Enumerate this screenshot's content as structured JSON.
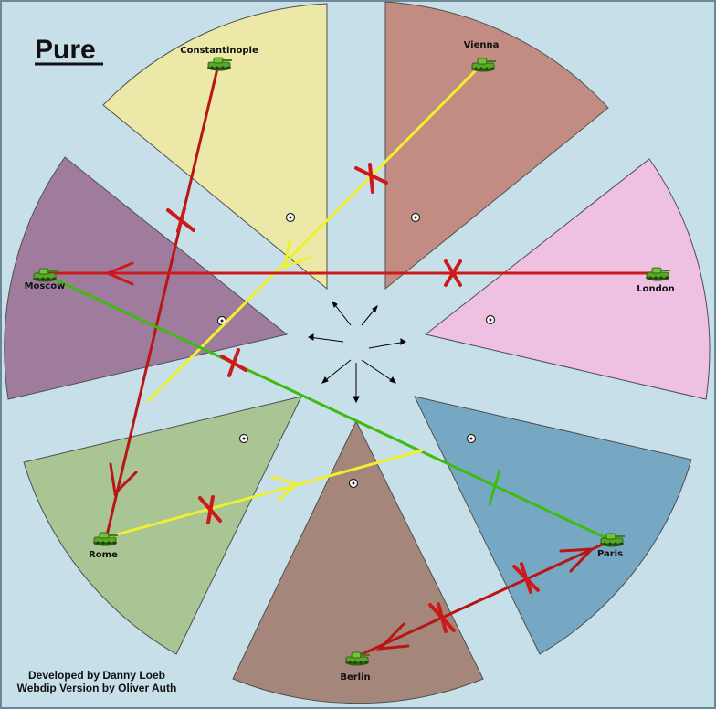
{
  "map": {
    "title": "Pure",
    "credits": [
      "Developed by Danny Loeb",
      "Webdip Version by Oliver Auth"
    ],
    "colors": {
      "background": "#c7dfe9",
      "yellow_zone": "#ece9a8",
      "red_zone": "#c28c82",
      "pink_zone": "#eec0e2",
      "purple_zone": "#9f7c9d",
      "green_zone": "#a9c594",
      "brown_zone": "#a4877a",
      "blue_zone": "#77a8c3",
      "red_order": "#cc1a1a",
      "dark_red_order": "#b81616",
      "yellow_order": "#f0f030",
      "green_order": "#3dbb10"
    }
  },
  "cities": [
    {
      "id": "constantinople",
      "name": "Constantinople",
      "unit": "army-icon"
    },
    {
      "id": "vienna",
      "name": "Vienna",
      "unit": "army-icon"
    },
    {
      "id": "london",
      "name": "London",
      "unit": "army-icon"
    },
    {
      "id": "moscow",
      "name": "Moscow",
      "unit": "army-icon"
    },
    {
      "id": "rome",
      "name": "Rome",
      "unit": "army-icon"
    },
    {
      "id": "berlin",
      "name": "Berlin",
      "unit": "army-icon"
    },
    {
      "id": "paris",
      "name": "Paris",
      "unit": "army-icon"
    }
  ]
}
